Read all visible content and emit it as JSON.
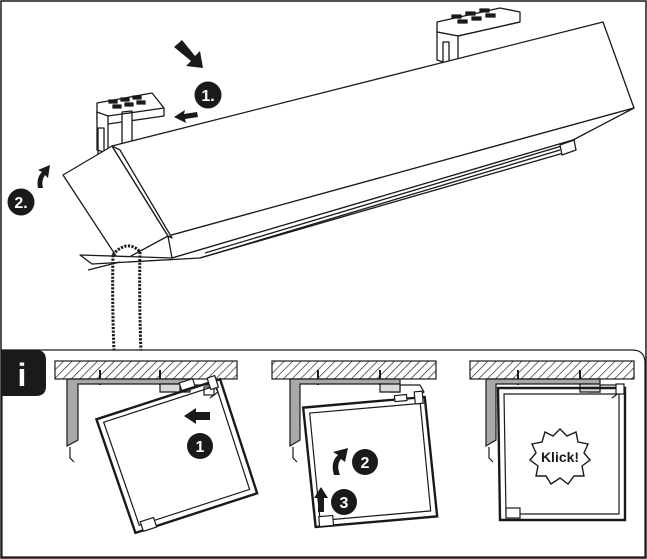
{
  "steps": {
    "main_step_1": "1.",
    "main_step_2": "2.",
    "detail_step_1": "1",
    "detail_step_2": "2",
    "detail_step_3": "3"
  },
  "info": {
    "icon_label": "i",
    "klick_label": "Klick!"
  },
  "colors": {
    "stroke": "#1a1a1a",
    "badge_fill": "#1a1a1a",
    "badge_text": "#ffffff",
    "info_tab": "#1a1a1a",
    "bracket_gray": "#a9a9a9",
    "profile_light": "#d9d9d9",
    "panel_border": "#1a1a1a"
  },
  "icons": [
    "arrow-icon",
    "rotate-arrow-icon",
    "info-icon",
    "hatching-ceiling",
    "chain-icon"
  ]
}
